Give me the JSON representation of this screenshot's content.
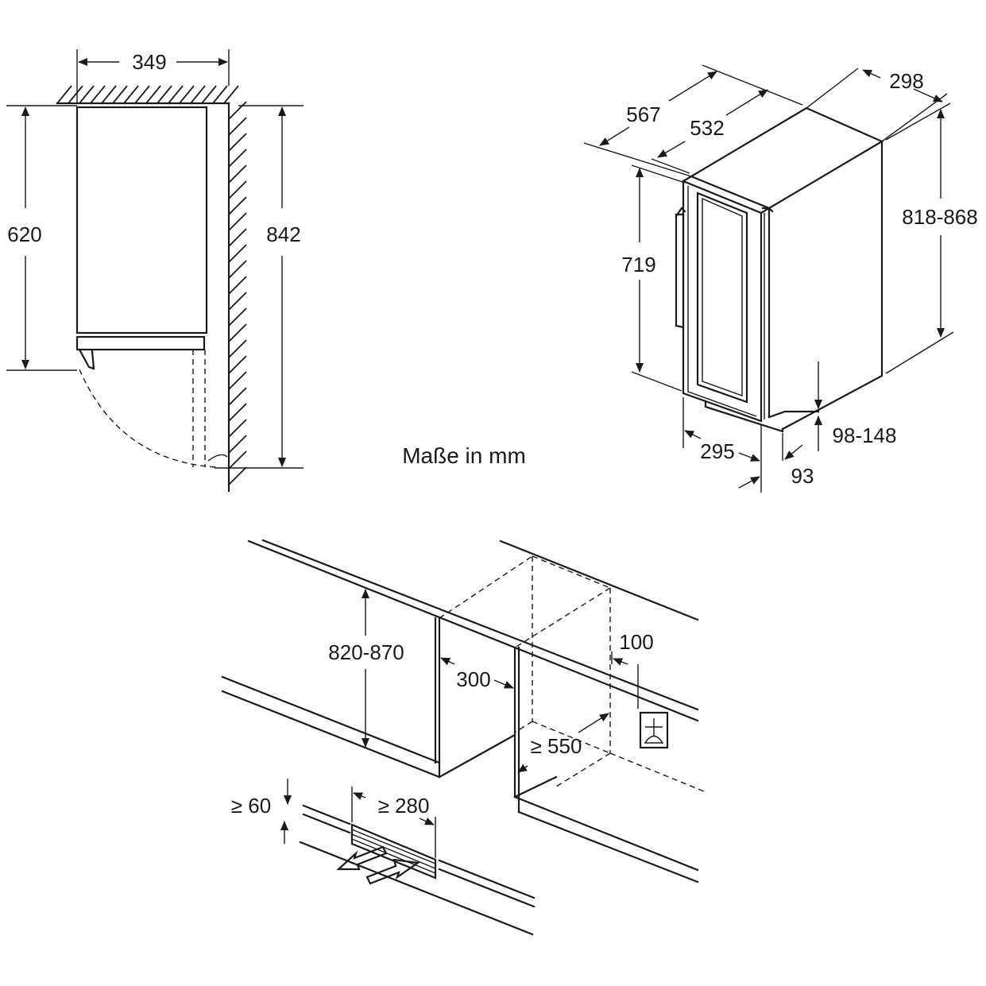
{
  "caption": "Maße in mm",
  "side_view": {
    "width": "349",
    "door_height": "620",
    "total_height": "842"
  },
  "iso_view": {
    "depth_total": "567",
    "depth_body": "532",
    "width": "298",
    "door_height": "719",
    "height_range": "818-868",
    "door_width": "295",
    "plinth_range": "98-148",
    "plinth_depth": "93"
  },
  "niche_view": {
    "niche_height": "820-870",
    "niche_width": "300",
    "side_gap": "100",
    "niche_depth": "≥ 550",
    "vent_height": "≥ 60",
    "vent_width": "≥ 280"
  }
}
